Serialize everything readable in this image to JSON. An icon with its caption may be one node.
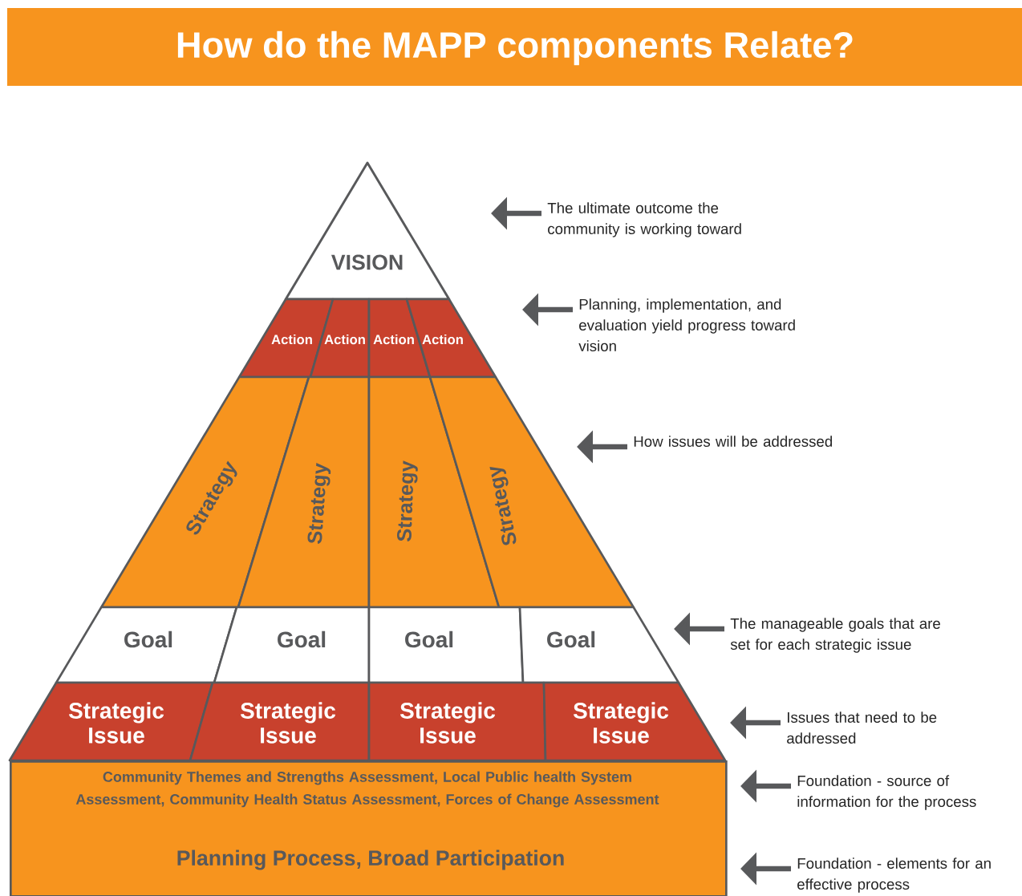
{
  "diagram": {
    "title": "How do the MAPP components Relate?",
    "nodes": [
      {
        "text": [
          "VISION"
        ]
      },
      {
        "text": [
          "Action"
        ]
      },
      {
        "text": [
          "Action"
        ]
      },
      {
        "text": [
          "Action"
        ]
      },
      {
        "text": [
          "Action"
        ]
      },
      {
        "text": [
          "Strategy"
        ]
      },
      {
        "text": [
          "Strategy"
        ]
      },
      {
        "text": [
          "Strategy"
        ]
      },
      {
        "text": [
          "Strategy"
        ]
      },
      {
        "text": [
          "Goal"
        ]
      },
      {
        "text": [
          "Goal"
        ]
      },
      {
        "text": [
          "Goal"
        ]
      },
      {
        "text": [
          "Goal"
        ]
      },
      {
        "text": [
          "Strategic Issue"
        ]
      },
      {
        "text": [
          "Strategic Issue"
        ]
      },
      {
        "text": [
          "Strategic Issue"
        ]
      },
      {
        "text": [
          "Strategic Issue"
        ]
      },
      {
        "text": [
          "Community Themes and Strengths Assessment, Local Public health System Assessment, Community Health Status Assessment, Forces of Change Assessment",
          "Planning Process, Broad Participation"
        ]
      },
      {
        "text": [
          "The ultimate outcome the community is working toward"
        ]
      },
      {
        "text": [
          "Planning, implementation, and evaluation yield progress toward vision"
        ]
      },
      {
        "text": [
          "How issues will be addressed"
        ]
      },
      {
        "text": [
          "The manageable goals that are set for each strategic issue"
        ]
      },
      {
        "text": [
          "Issues that need to be addressed"
        ]
      },
      {
        "text": [
          "Foundation - source of information for the process"
        ]
      },
      {
        "text": [
          "Foundation - elements for an effective process"
        ]
      }
    ],
    "edges": [
      {
        "from": 18,
        "to": null,
        "arrow": "to"
      },
      {
        "from": 19,
        "to": null,
        "arrow": "to"
      },
      {
        "from": 20,
        "to": null,
        "arrow": "to"
      },
      {
        "from": 21,
        "to": null,
        "arrow": "to"
      },
      {
        "from": 22,
        "to": null,
        "arrow": "to"
      },
      {
        "from": 23,
        "to": null,
        "arrow": "to"
      },
      {
        "from": 24,
        "to": null,
        "arrow": "to"
      }
    ]
  }
}
